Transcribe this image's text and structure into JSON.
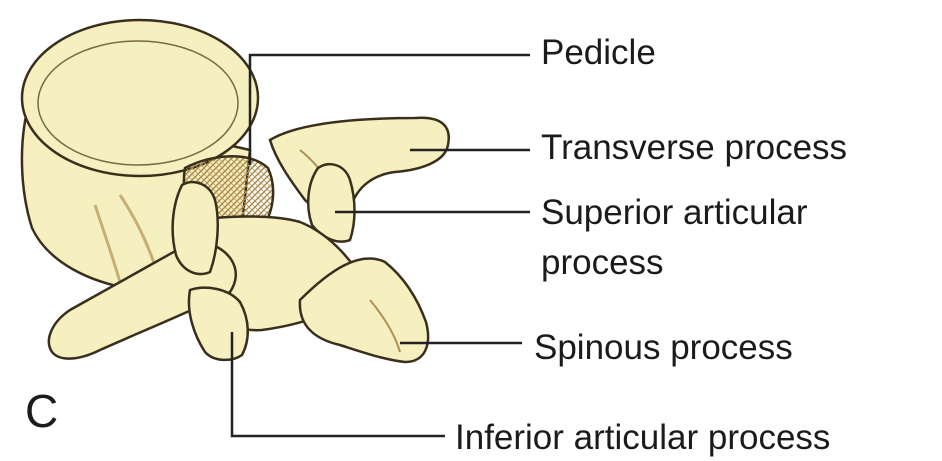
{
  "labels": {
    "pedicle": "Pedicle",
    "transverse_process": "Transverse process",
    "superior_articular_line1": "Superior articular",
    "superior_articular_line2": "process",
    "spinous_process": "Spinous process",
    "inferior_articular_process": "Inferior articular process"
  },
  "panel_letter": "C",
  "colors": {
    "bone_fill": "#f6f0c0",
    "bone_outline": "#3a2e1c",
    "bone_shading": "#b09055",
    "leader_line": "#222222",
    "label_text": "#1b1b1b"
  }
}
